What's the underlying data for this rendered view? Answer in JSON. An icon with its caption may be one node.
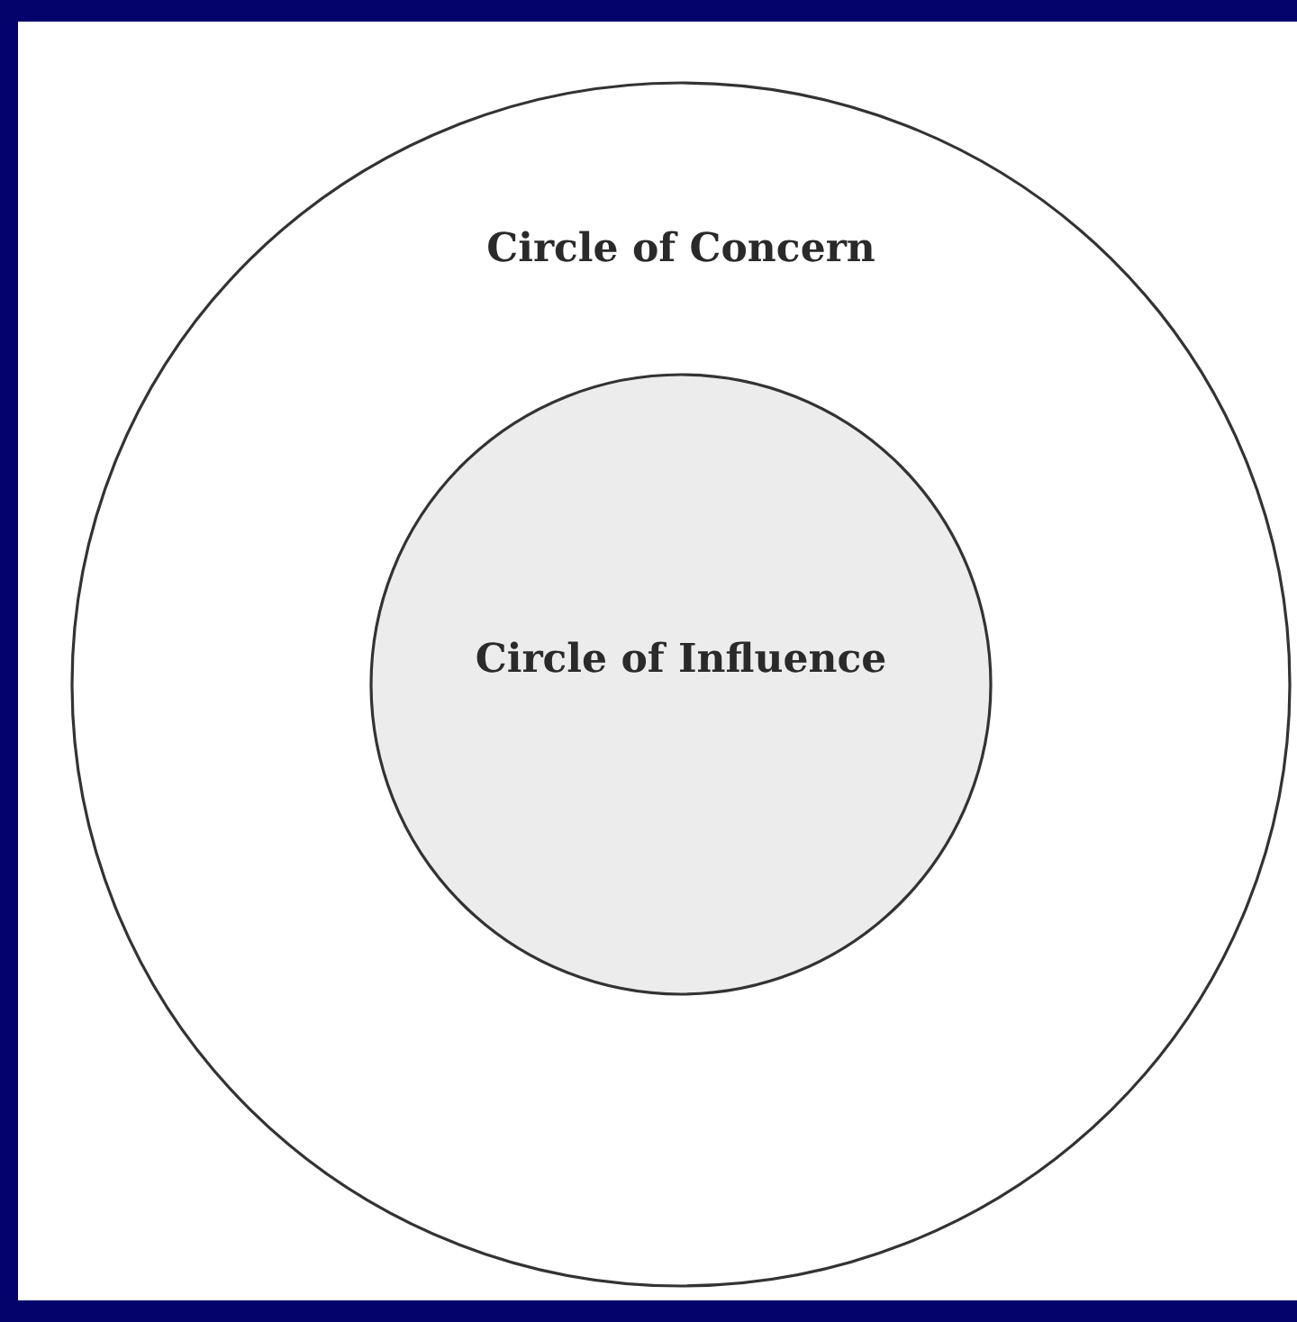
{
  "diagram": {
    "nodes": [
      {
        "text": [
          "Circle of Concern"
        ]
      },
      {
        "text": [
          "Circle of Influence"
        ],
        "in": 0
      }
    ]
  }
}
